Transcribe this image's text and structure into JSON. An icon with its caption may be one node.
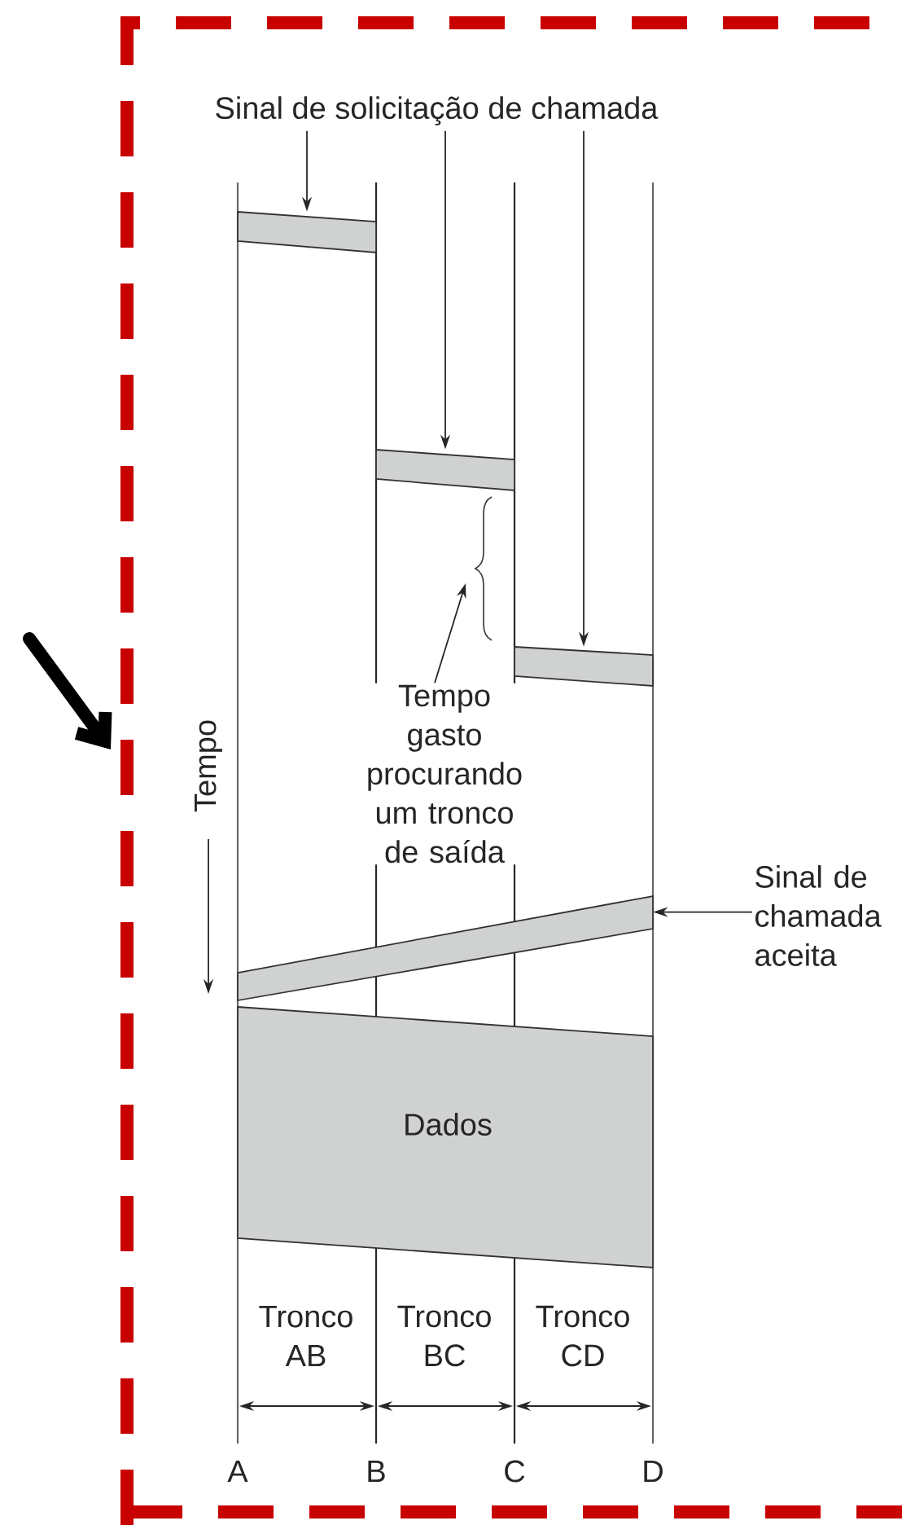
{
  "diagram": {
    "nodes": [
      {
        "text": [
          "Sinal de solicitação de chamada"
        ]
      },
      {
        "text": [],
        "shape": "bar"
      },
      {
        "text": [],
        "shape": "bar"
      },
      {
        "text": [],
        "shape": "bar"
      },
      {
        "text": [
          "Tempo gasto procurando um tronco de saída"
        ]
      },
      {
        "text": [
          "Sinal de chamada aceita"
        ]
      },
      {
        "text": [],
        "shape": "bar"
      },
      {
        "text": [
          "Dados"
        ]
      }
    ],
    "edges": [
      {
        "from": 0,
        "to": 1,
        "arrow": "to"
      },
      {
        "from": 0,
        "to": 2,
        "arrow": "to"
      },
      {
        "from": 0,
        "to": 3,
        "arrow": "to"
      },
      {
        "from": 4,
        "to": null,
        "arrow": "to"
      },
      {
        "from": 5,
        "to": 6,
        "arrow": "to"
      }
    ],
    "labels": [
      "Tempo",
      "Tronco AB",
      "Tronco BC",
      "Tronco CD",
      "A",
      "B",
      "C",
      "D"
    ]
  }
}
